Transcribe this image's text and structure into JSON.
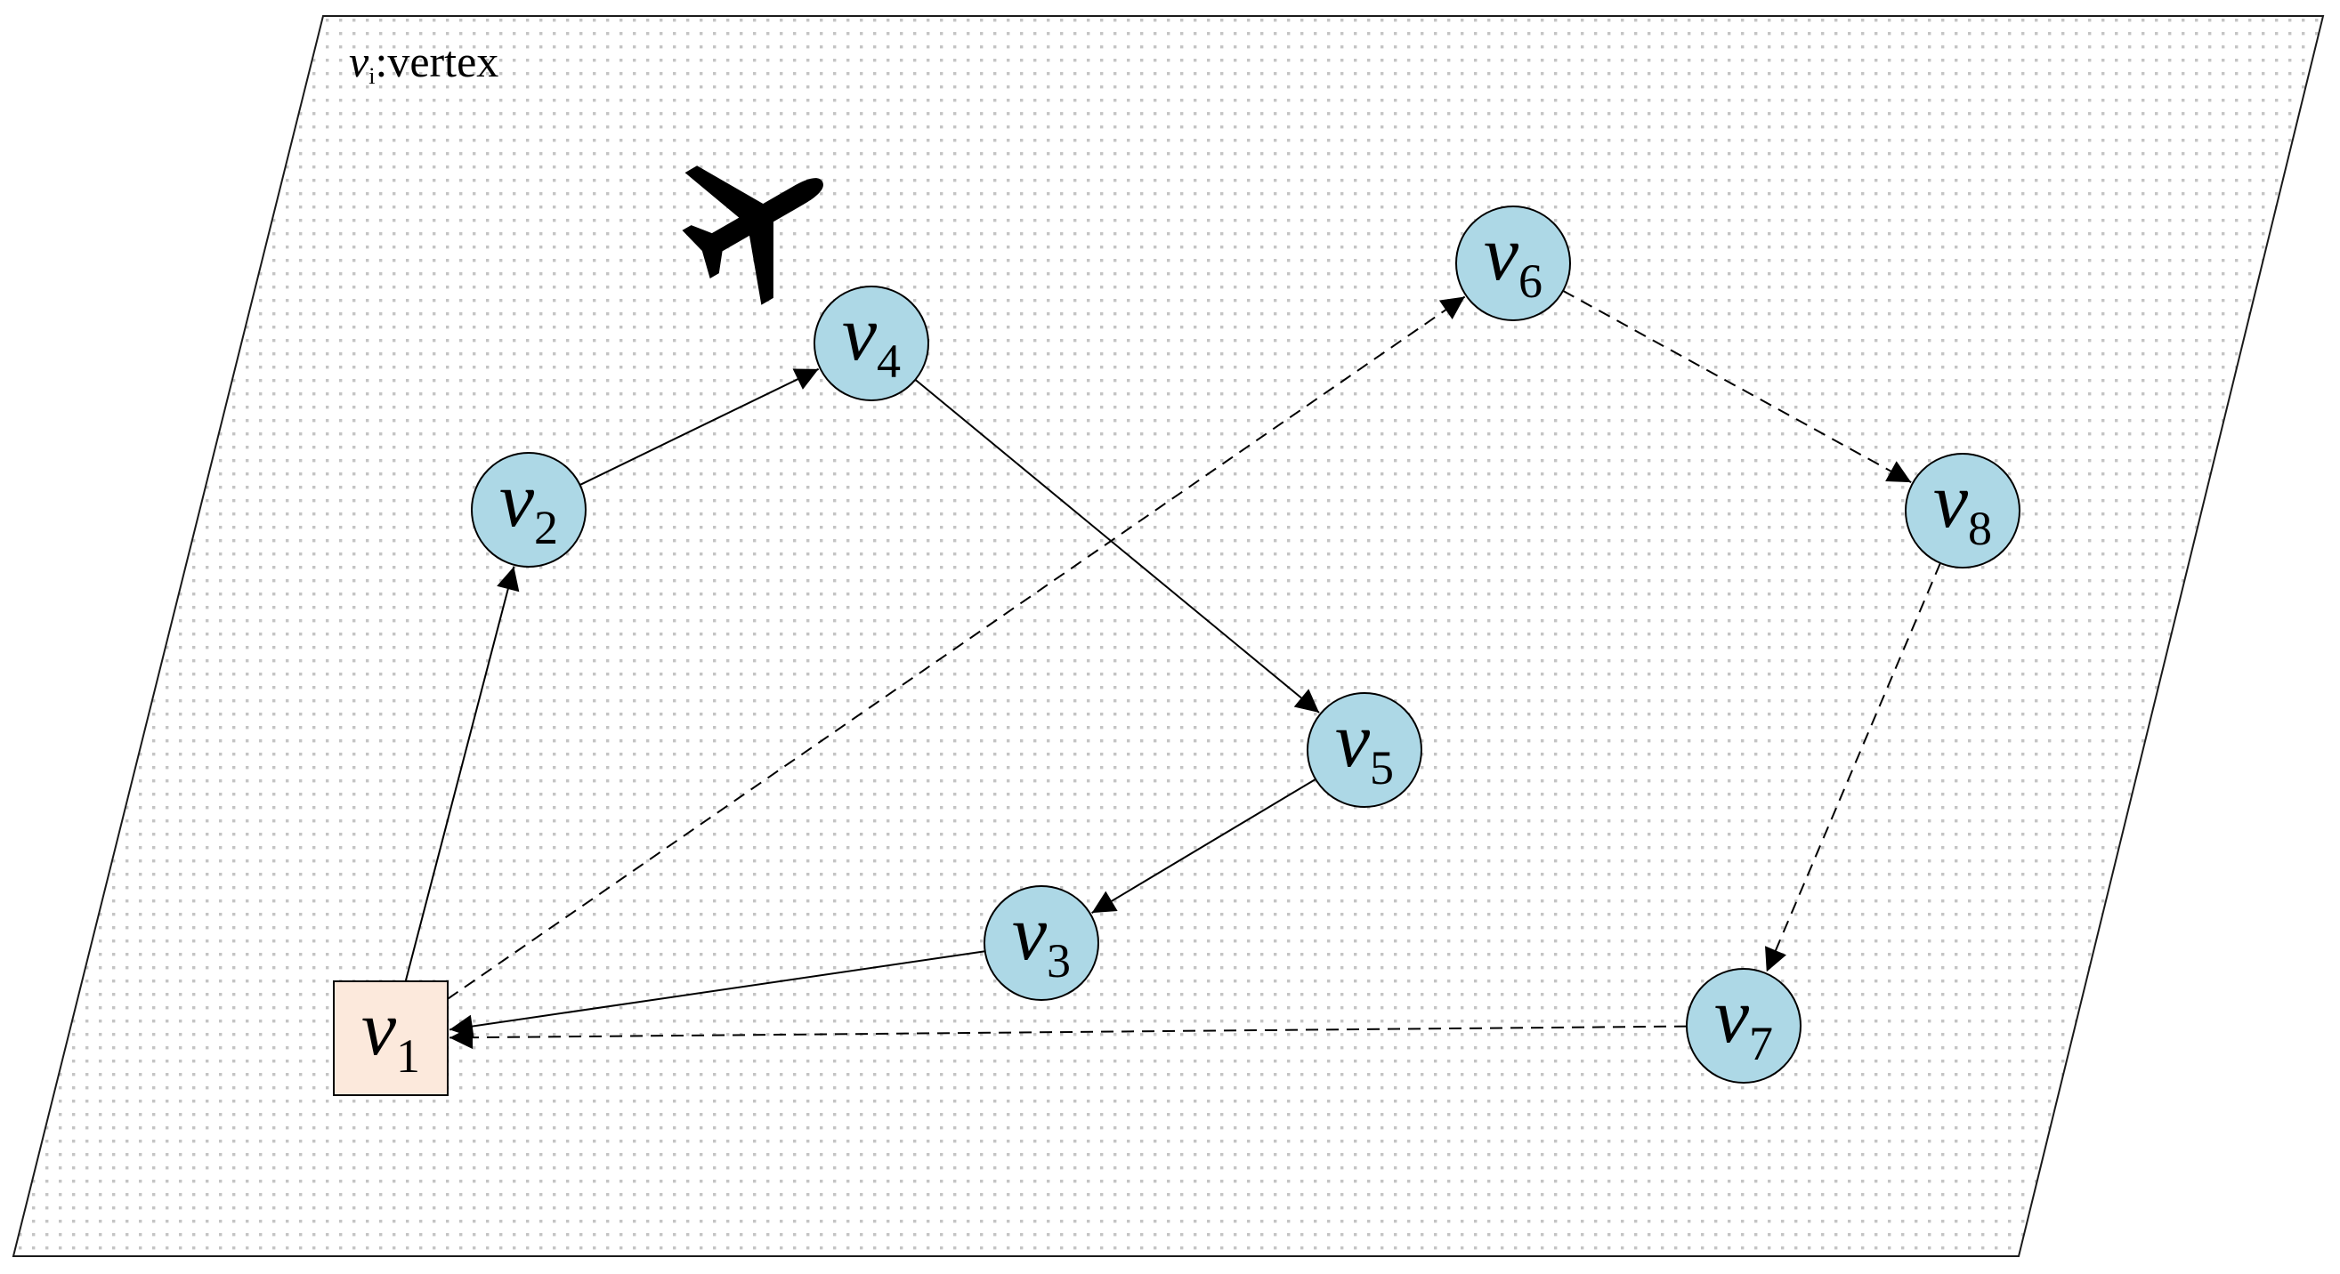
{
  "legend": {
    "symbol": "v",
    "subscript": "i",
    "text": ":vertex"
  },
  "colors": {
    "circle_fill": "#add8e6",
    "square_fill": "#fce9dc",
    "stroke": "#000000",
    "dots": "#c4c4c4"
  },
  "icons": {
    "airplane": "airplane-icon"
  },
  "vertices": [
    {
      "id": "v1",
      "symbol": "v",
      "subscript": "1",
      "shape": "square"
    },
    {
      "id": "v2",
      "symbol": "v",
      "subscript": "2",
      "shape": "circle"
    },
    {
      "id": "v3",
      "symbol": "v",
      "subscript": "3",
      "shape": "circle"
    },
    {
      "id": "v4",
      "symbol": "v",
      "subscript": "4",
      "shape": "circle"
    },
    {
      "id": "v5",
      "symbol": "v",
      "subscript": "5",
      "shape": "circle"
    },
    {
      "id": "v6",
      "symbol": "v",
      "subscript": "6",
      "shape": "circle"
    },
    {
      "id": "v7",
      "symbol": "v",
      "subscript": "7",
      "shape": "circle"
    },
    {
      "id": "v8",
      "symbol": "v",
      "subscript": "8",
      "shape": "circle"
    }
  ],
  "edges": [
    {
      "from": "v1",
      "to": "v2",
      "style": "solid"
    },
    {
      "from": "v2",
      "to": "v4",
      "style": "solid"
    },
    {
      "from": "v4",
      "to": "v5",
      "style": "solid"
    },
    {
      "from": "v5",
      "to": "v3",
      "style": "solid"
    },
    {
      "from": "v3",
      "to": "v1",
      "style": "solid"
    },
    {
      "from": "v1",
      "to": "v6",
      "style": "dashed"
    },
    {
      "from": "v6",
      "to": "v8",
      "style": "dashed"
    },
    {
      "from": "v8",
      "to": "v7",
      "style": "dashed"
    },
    {
      "from": "v7",
      "to": "v1",
      "style": "dashed"
    }
  ]
}
